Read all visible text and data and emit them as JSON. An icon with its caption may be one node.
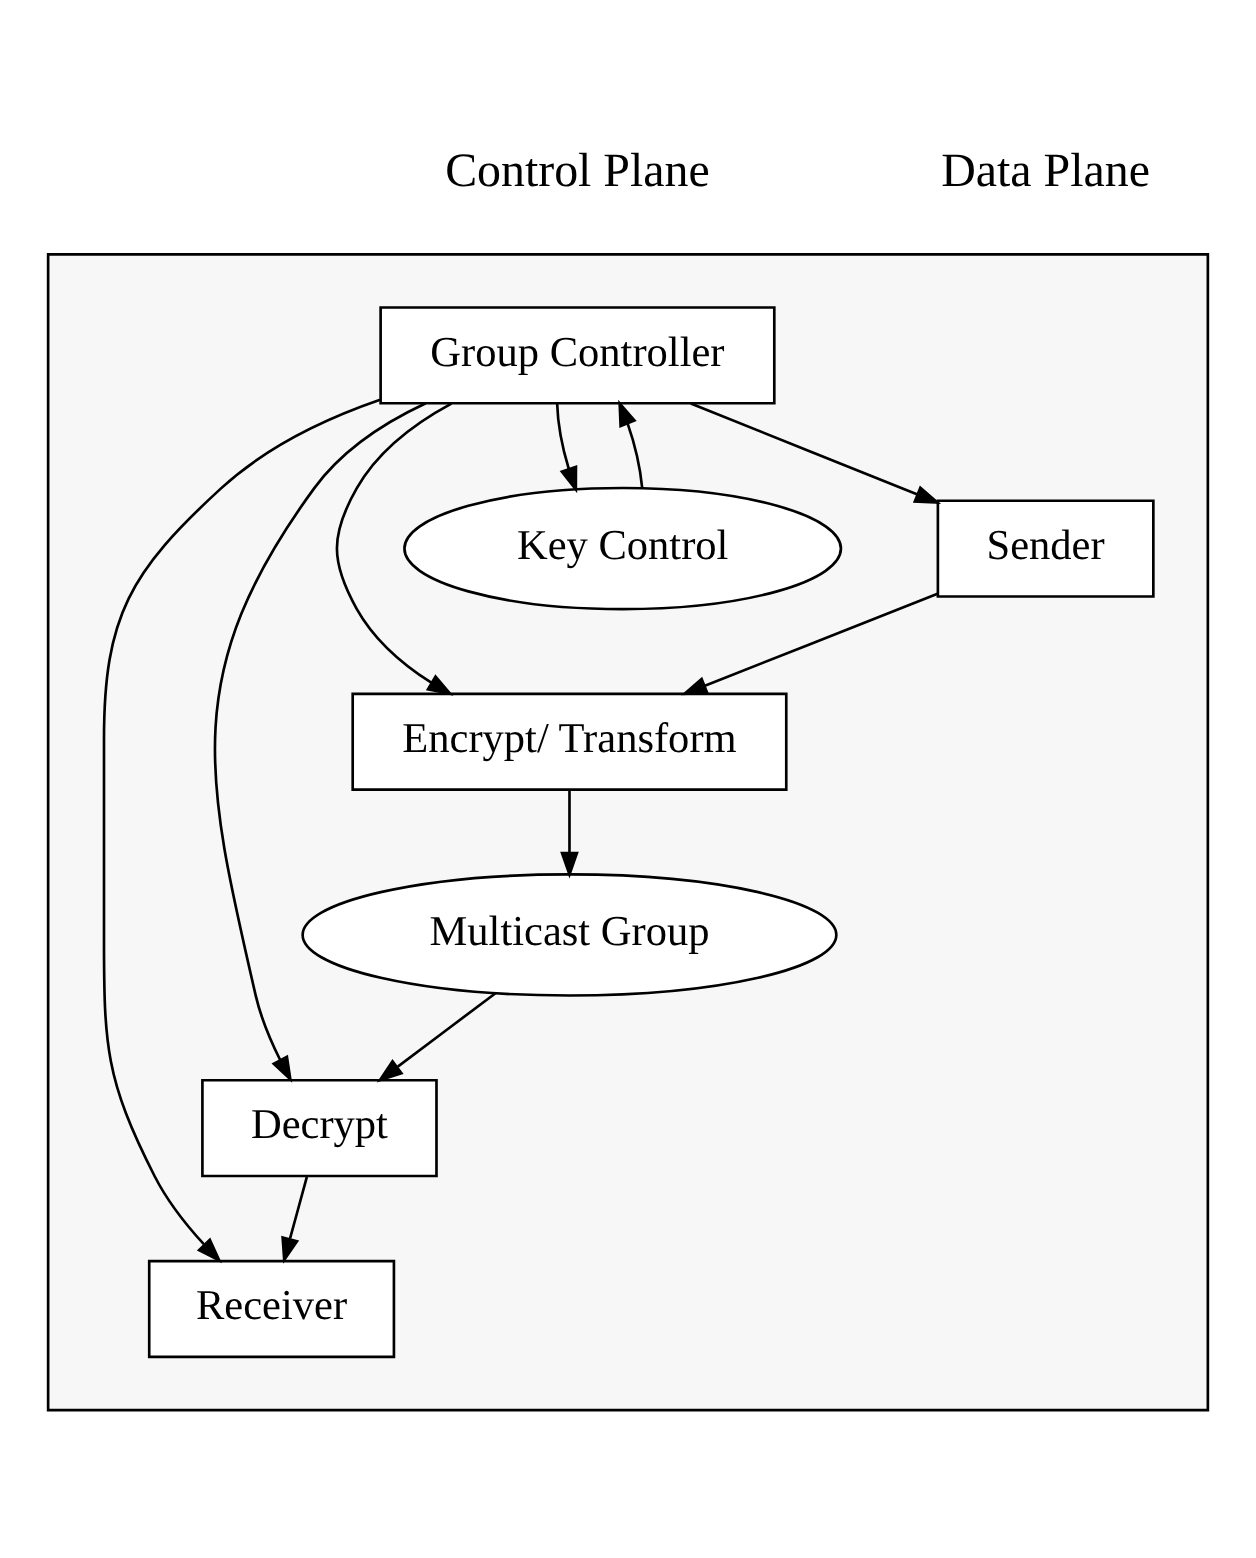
{
  "diagram": {
    "nodes": [
      {
        "text": [],
        "shape": "box"
      },
      {
        "text": [
          "Sender"
        ],
        "in": 0
      },
      {
        "text": [
          "Encrypt/ Transform"
        ],
        "in": 0
      },
      {
        "text": [
          "Group Controller"
        ],
        "in": 0
      },
      {
        "text": [
          "Multicast Group"
        ],
        "in": 0
      },
      {
        "text": [
          "Key Control"
        ],
        "in": 0
      },
      {
        "text": [
          "Decrypt"
        ],
        "in": 0
      },
      {
        "text": [
          "Receiver"
        ],
        "in": 0
      }
    ],
    "edges": [
      {
        "from": 3,
        "to": 1,
        "arrow": "to"
      },
      {
        "from": 3,
        "to": 2,
        "arrow": "to"
      },
      {
        "from": 1,
        "to": 2,
        "arrow": "to"
      },
      {
        "from": 2,
        "to": 4,
        "arrow": "to"
      },
      {
        "from": 3,
        "to": 5,
        "arrow": "to"
      },
      {
        "from": 5,
        "to": 3,
        "arrow": "to"
      },
      {
        "from": 3,
        "to": 6,
        "arrow": "to"
      },
      {
        "from": 3,
        "to": 7,
        "arrow": "to"
      },
      {
        "from": 4,
        "to": 6,
        "arrow": "to"
      },
      {
        "from": 6,
        "to": 7,
        "arrow": "to"
      }
    ],
    "labels": [
      "Control Plane",
      "Data Plane"
    ]
  }
}
